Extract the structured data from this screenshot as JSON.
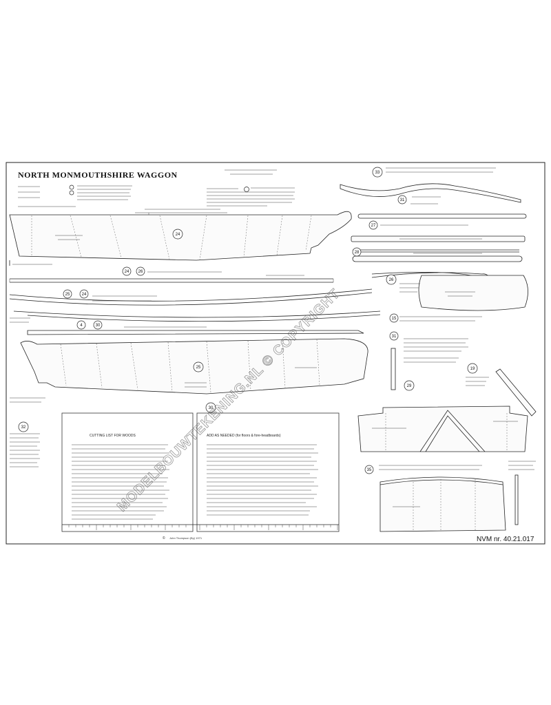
{
  "title": "NORTH  MONMOUTHSHIRE  WAGGON",
  "reference": "NVM nr. 40.21.017",
  "watermark": "MODELBOUWTEKENING.NL © COPYRIGHT",
  "boxes": {
    "left_heading": "CUTTING LIST FOR WOODS",
    "right_heading": "ADD AS NEEDED (for floors & fore-headboards)"
  },
  "footer": {
    "symbol": "©",
    "publisher": "John Thompson (By) 1971"
  },
  "part_numbers": [
    "24",
    "24",
    "26",
    "25",
    "24",
    "4",
    "30",
    "25",
    "30",
    "32",
    "33",
    "31",
    "27",
    "28",
    "26",
    "15",
    "31",
    "19",
    "29",
    "35"
  ]
}
